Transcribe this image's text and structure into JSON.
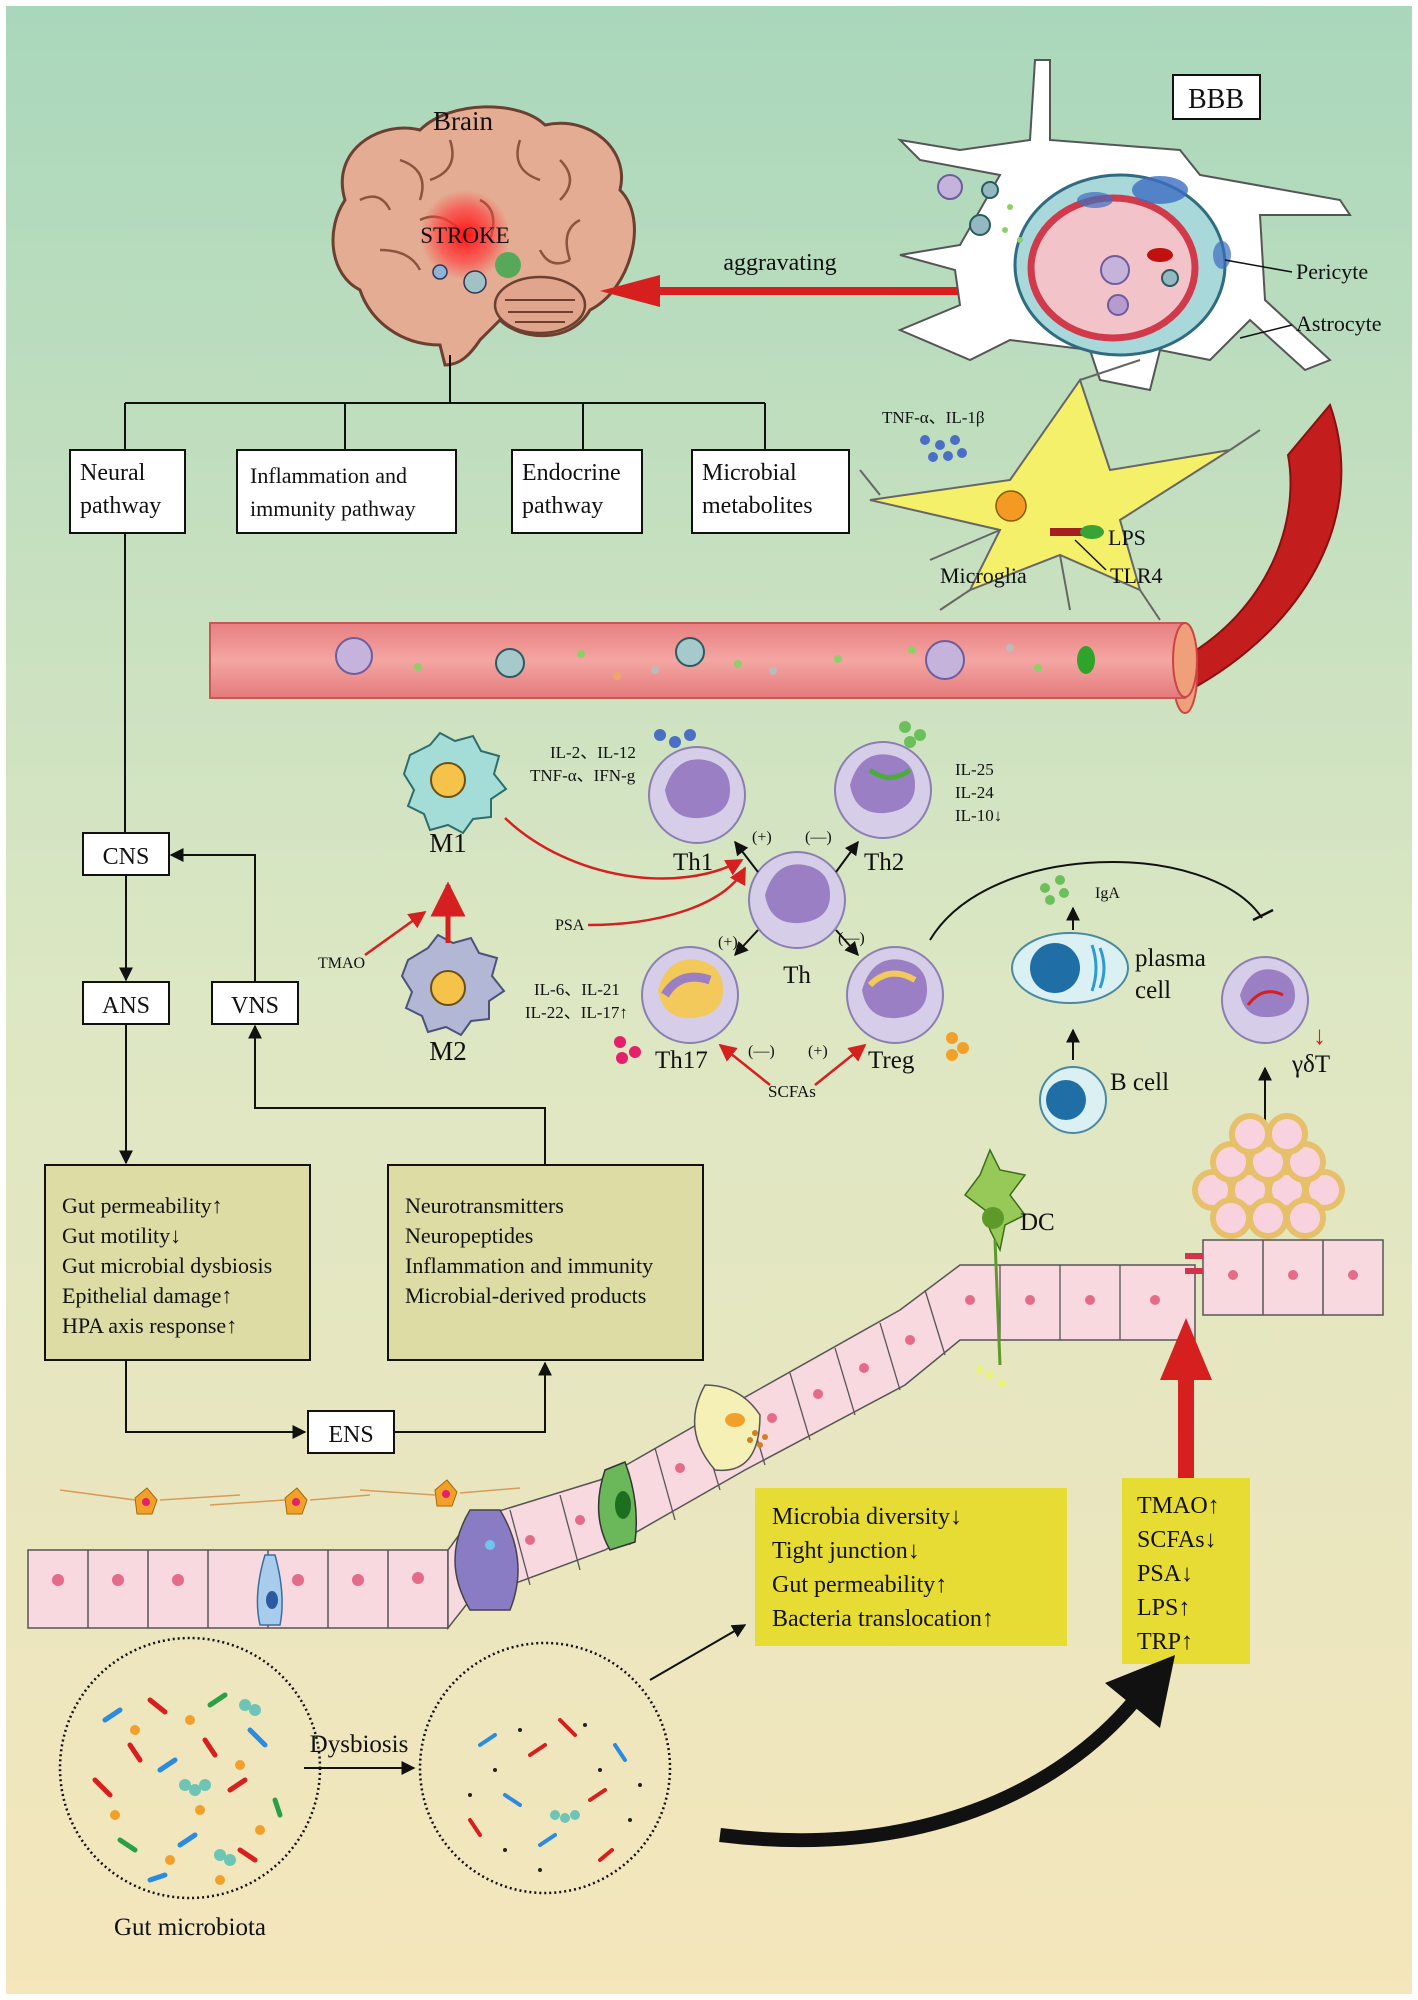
{
  "brain": {
    "title": "Brain",
    "stroke": "STROKE"
  },
  "bbb": {
    "label": "BBB",
    "pericyte": "Pericyte",
    "astrocyte": "Astrocyte"
  },
  "aggravating": "aggravating",
  "pathways": {
    "neural": [
      "Neural",
      "pathway"
    ],
    "inflammation": [
      "Inflammation and",
      "immunity pathway"
    ],
    "endocrine": [
      "Endocrine",
      "pathway"
    ],
    "microbial": [
      "Microbial",
      "metabolites"
    ]
  },
  "microglia": {
    "cytokines": "TNF-α、IL-1β",
    "label": "Microglia",
    "lps": "LPS",
    "tlr4": "TLR4"
  },
  "nodes": {
    "cns": "CNS",
    "ans": "ANS",
    "vns": "VNS",
    "ens": "ENS"
  },
  "immune": {
    "m1": "M1",
    "m2": "M2",
    "tmao": "TMAO",
    "psa": "PSA",
    "scfas": "SCFAs",
    "th": "Th",
    "th1": "Th1",
    "th2": "Th2",
    "th17": "Th17",
    "treg": "Treg",
    "th1_cytokines": [
      "IL-2、IL-12",
      "TNF-α、IFN-g"
    ],
    "th2_cytokines": [
      "IL-25",
      "IL-24",
      "IL-10↓"
    ],
    "th17_cytokines": [
      "IL-6、IL-21",
      "IL-22、IL-17↑"
    ],
    "plus": "(+)",
    "minus": "(—)"
  },
  "bcells": {
    "iga": "IgA",
    "plasma": [
      "plasma",
      "cell"
    ],
    "bcell": "B cell",
    "gdt": "γδT",
    "down": "↓"
  },
  "dc": "DC",
  "effects_box": [
    "Gut permeability↑",
    "Gut motility↓",
    "Gut microbial dysbiosis",
    "Epithelial damage↑",
    "HPA axis response↑"
  ],
  "signals_box": [
    "Neurotransmitters",
    "Neuropeptides",
    "Inflammation and immunity",
    "Microbial-derived products"
  ],
  "dysbiosis_effects": [
    "Microbia diversity↓",
    "Tight junction↓",
    "Gut permeability↑",
    "Bacteria translocation↑"
  ],
  "metabolites": [
    "TMAO↑",
    "SCFAs↓",
    "PSA↓",
    "LPS↑",
    "TRP↑"
  ],
  "microbiota": {
    "label": "Gut microbiota",
    "dysbiosis": "Dysbiosis"
  },
  "colors": {
    "top": "#a9d7bb",
    "bottom": "#f5e6bb",
    "yellow_box": "#e6dc33",
    "olive_box": "#dcdca4",
    "arrow_red": "#d62020"
  }
}
